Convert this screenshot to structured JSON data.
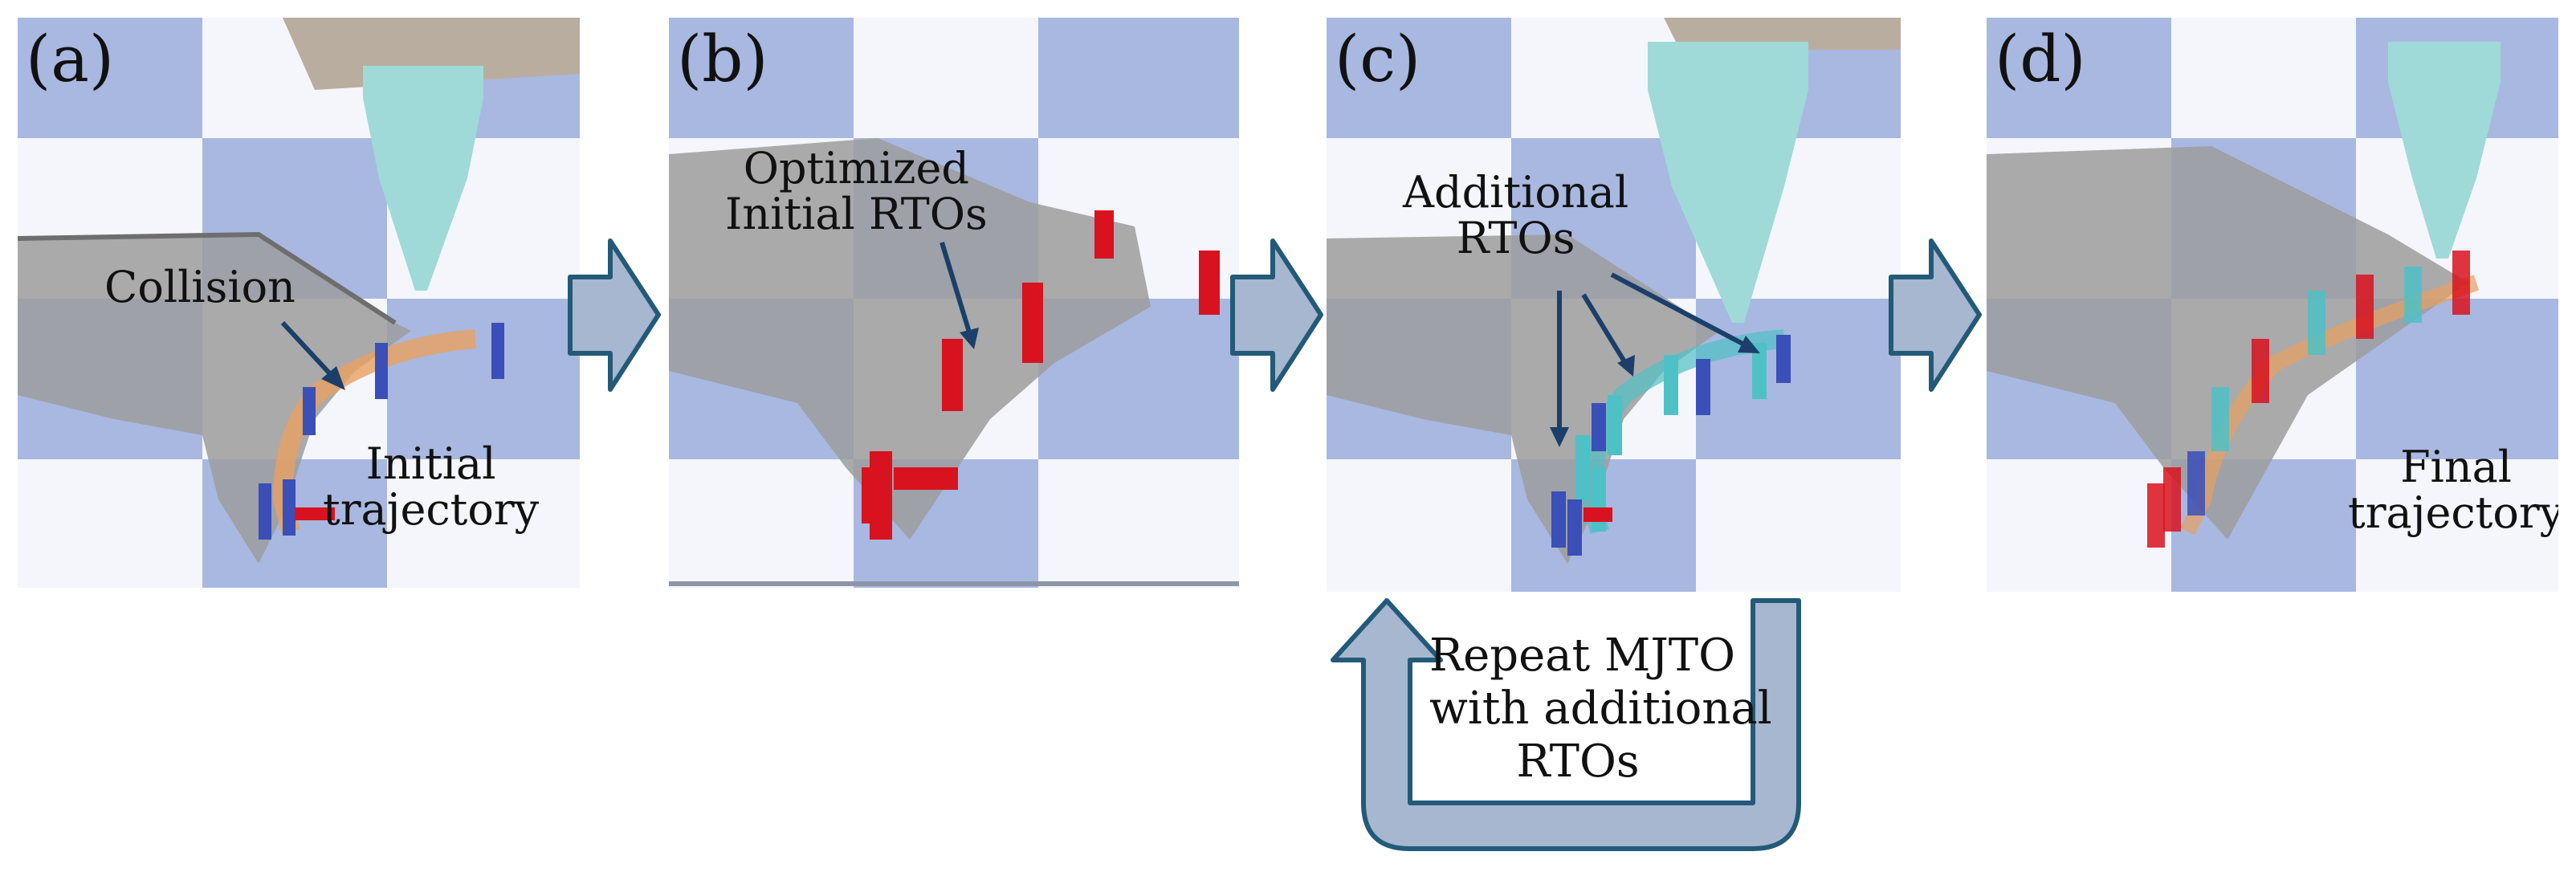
{
  "panels": [
    {
      "label": "(a)",
      "annotations": [
        "Collision",
        "Initial\ntrajectory"
      ]
    },
    {
      "label": "(b)",
      "annotations": [
        "Optimized\nInitial RTOs"
      ]
    },
    {
      "label": "(c)",
      "annotations": [
        "Additional\nRTOs"
      ]
    },
    {
      "label": "(d)",
      "annotations": [
        "Final\ntrajectory"
      ]
    }
  ],
  "loop": {
    "label": "Repeat MJTO\nwith additional\nRTOs"
  },
  "colors": {
    "checker_blue": "#a8b8e0",
    "checker_white": "#f4f6fb",
    "part_gray": "#9c9c9c",
    "nozzle_teal": "#9fdad8",
    "arrow_fill": "#a6b7cf",
    "arrow_stroke": "#235a78",
    "rto_red": "#d8121e",
    "rto_blue": "#3b4fb8",
    "rto_cyan": "#4ec1c6",
    "trajectory_orange": "#e8a060",
    "pointer_navy": "#1b3f6a"
  }
}
